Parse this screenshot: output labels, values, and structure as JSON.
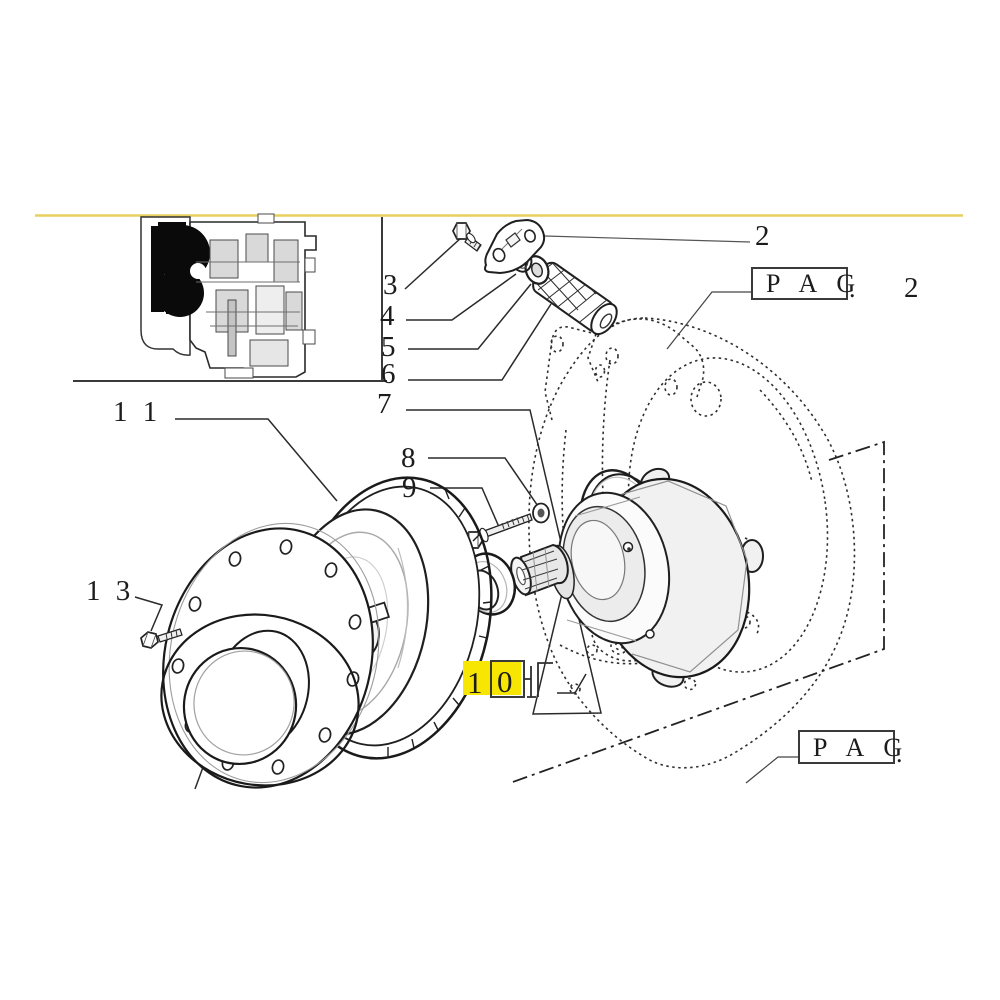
{
  "diagram": {
    "rule_color": "#e8cf5e",
    "highlight_color": "#f6e602",
    "callouts": {
      "c2": "2",
      "c3": "3",
      "c4": "4",
      "c5": "5",
      "c6": "6",
      "c7": "7",
      "c8": "8",
      "c9": "9",
      "c11": "1 1",
      "c13": "1 3",
      "c10_digit1": "1",
      "c10_digit0": "0"
    },
    "page_refs": {
      "top": {
        "label": "P A G",
        "dot": ".",
        "page": "2"
      },
      "bottom": {
        "label": "P A G",
        "dot": "."
      }
    }
  }
}
